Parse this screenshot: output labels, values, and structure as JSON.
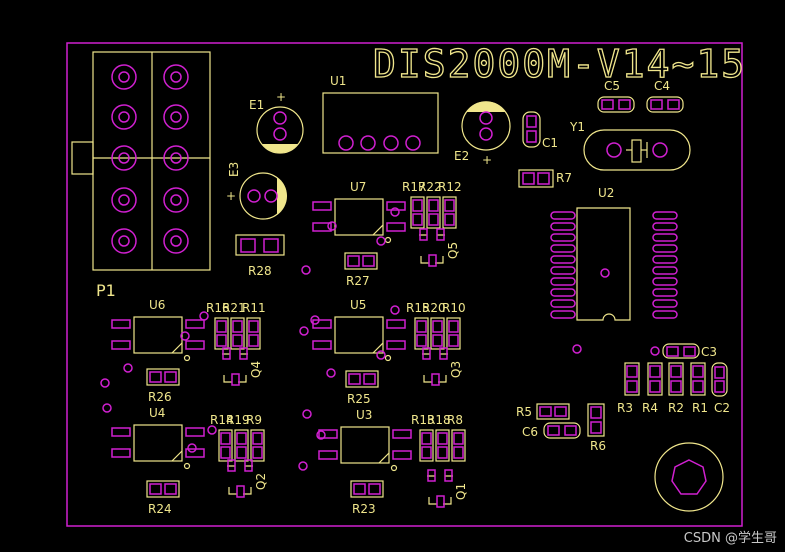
{
  "board_title": "DIS2000M-V14~15",
  "colors": {
    "outline": "#d020d0",
    "silk": "#f0e68c",
    "background": "#000000",
    "watermark": "#c8c8c8"
  },
  "components": {
    "P1": "P1",
    "U1": "U1",
    "U2": "U2",
    "U3": "U3",
    "U4": "U4",
    "U5": "U5",
    "U6": "U6",
    "U7": "U7",
    "E1": "E1",
    "E2": "E2",
    "E3": "E3",
    "Y1": "Y1",
    "C1": "C1",
    "C2": "C2",
    "C3": "C3",
    "C4": "C4",
    "C5": "C5",
    "C6": "C6",
    "Q1": "Q1",
    "Q2": "Q2",
    "Q3": "Q3",
    "Q4": "Q4",
    "Q5": "Q5",
    "R1": "R1",
    "R2": "R2",
    "R3": "R3",
    "R4": "R4",
    "R5": "R5",
    "R6": "R6",
    "R7": "R7",
    "R8": "R8",
    "R9": "R9",
    "R10": "R10",
    "R11": "R11",
    "R12": "R12",
    "R13": "R13",
    "R14": "R14",
    "R15": "R15",
    "R16": "R16",
    "R17": "R17",
    "R18": "R18",
    "R19": "R19",
    "R20": "R20",
    "R21": "R21",
    "R22": "R22",
    "R23": "R23",
    "R24": "R24",
    "R25": "R25",
    "R26": "R26",
    "R27": "R27",
    "R28": "R28"
  },
  "plus_sign": "+",
  "watermark": "CSDN @学生哥"
}
